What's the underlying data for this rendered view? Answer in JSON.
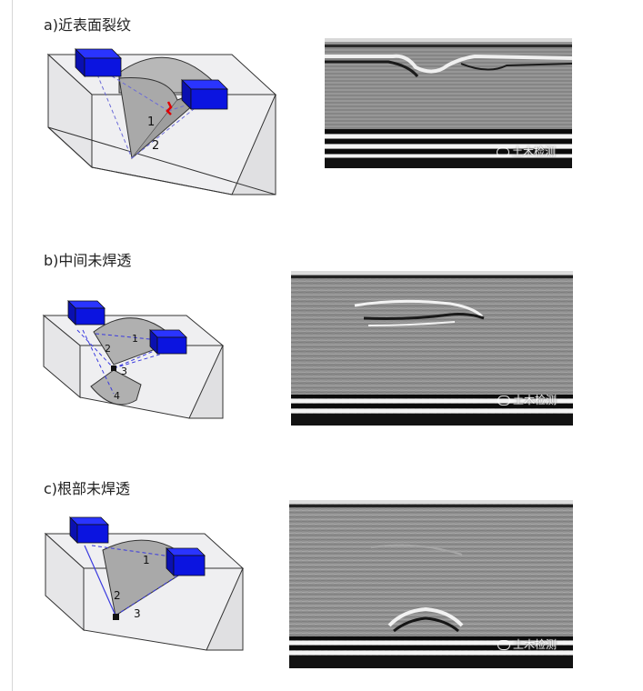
{
  "panels": [
    {
      "caption": "a)近表面裂纹",
      "watermark": "土木检测",
      "labels": [
        "1",
        "2"
      ]
    },
    {
      "caption": "b)中间未焊透",
      "watermark": "土木检测",
      "labels": [
        "1",
        "2",
        "3",
        "4"
      ]
    },
    {
      "caption": "c)根部未焊透",
      "watermark": "土木检测",
      "labels": [
        "1",
        "2",
        "3"
      ]
    }
  ],
  "colors": {
    "probe": "#0b14e0",
    "block_face": "#efeff1",
    "weld": "#a9a9a9",
    "beam": "#3a3adf",
    "crack": "#e00000"
  }
}
